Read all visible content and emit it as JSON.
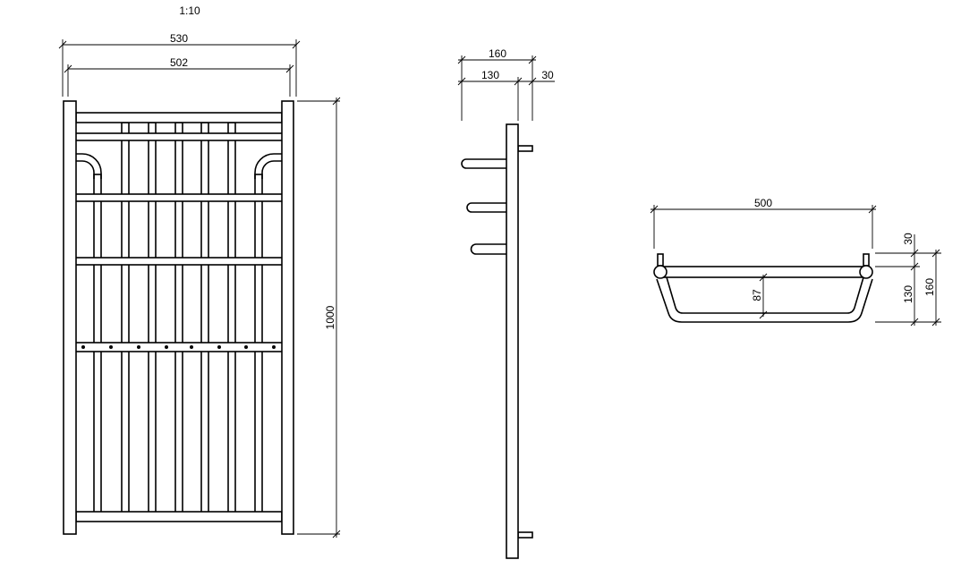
{
  "scale": "1:10",
  "front_view": {
    "width_outer": "530",
    "width_inner": "502",
    "height": "1000"
  },
  "side_view": {
    "depth_total": "160",
    "depth_hooks": "130",
    "depth_offset": "30"
  },
  "top_view": {
    "width": "500",
    "inner_depth": "87",
    "offset": "30",
    "depth_hooks": "130",
    "depth_total": "160"
  },
  "colors": {
    "line": "#000000",
    "background": "#ffffff"
  }
}
